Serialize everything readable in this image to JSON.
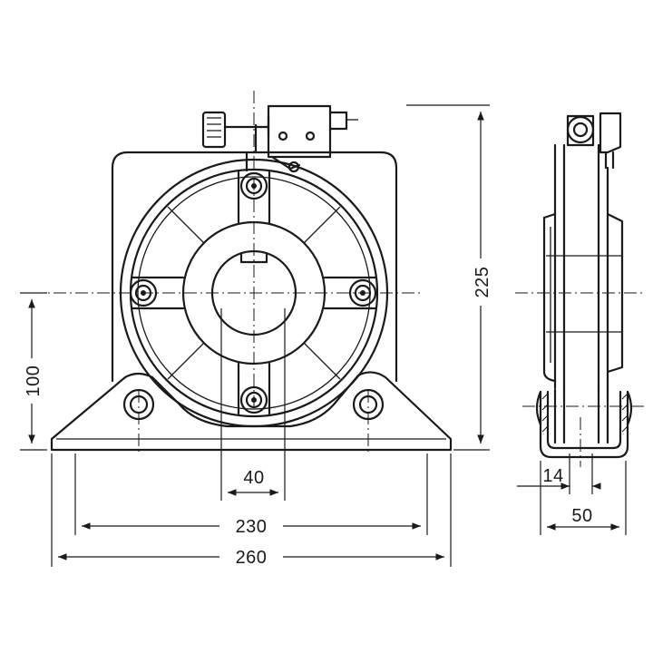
{
  "dimensions": {
    "width_total": "260",
    "hole_spacing": "230",
    "bore": "40",
    "center_height": "100",
    "total_height": "225",
    "side_width": "50",
    "side_offset": "14"
  }
}
